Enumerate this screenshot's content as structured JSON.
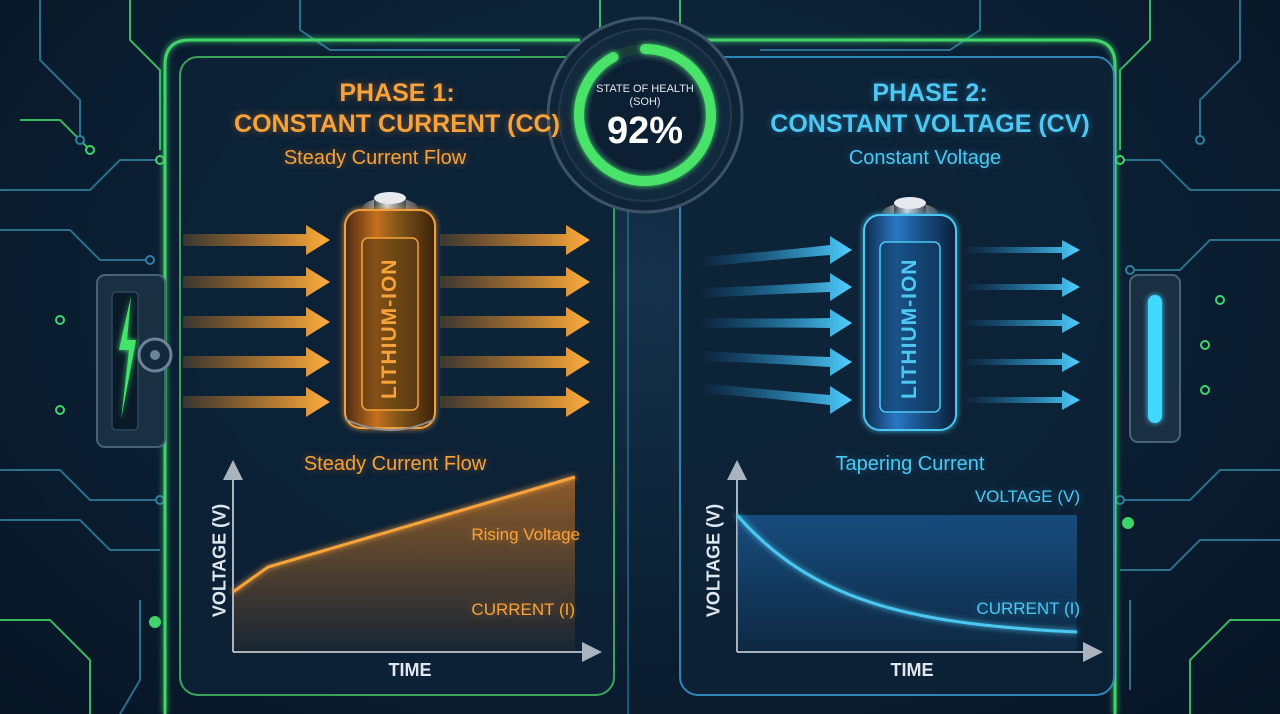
{
  "gauge": {
    "caption": "STATE OF HEALTH (SOH)",
    "value": "92%",
    "fraction": 0.92
  },
  "phase1": {
    "title_line1": "PHASE 1:",
    "title_line2": "CONSTANT CURRENT (CC)",
    "subtitle": "Steady Current Flow",
    "battery_label": "LITHIUM-ION",
    "graph_caption": "Steady Current Flow",
    "y_axis": "VOLTAGE (V)",
    "x_axis": "TIME",
    "curve_voltage": "Rising Voltage",
    "curve_current": "CURRENT (I)"
  },
  "phase2": {
    "title_line1": "PHASE 2:",
    "title_line2": "CONSTANT VOLTAGE (CV)",
    "subtitle": "Constant Voltage",
    "battery_label": "LITHIUM-ION",
    "graph_caption": "Tapering Current",
    "y_axis": "VOLTAGE (V)",
    "x_axis": "TIME",
    "curve_voltage": "VOLTAGE (V)",
    "curve_current": "CURRENT (I)"
  },
  "colors": {
    "phase1_accent": "#f7a23a",
    "phase2_accent": "#4cc8f2",
    "frame_green": "#3fd46a",
    "background": "#0b1f33"
  },
  "icons": {
    "left_panel": "lightning-bolt-icon",
    "right_panel": "charge-indicator-icon"
  }
}
